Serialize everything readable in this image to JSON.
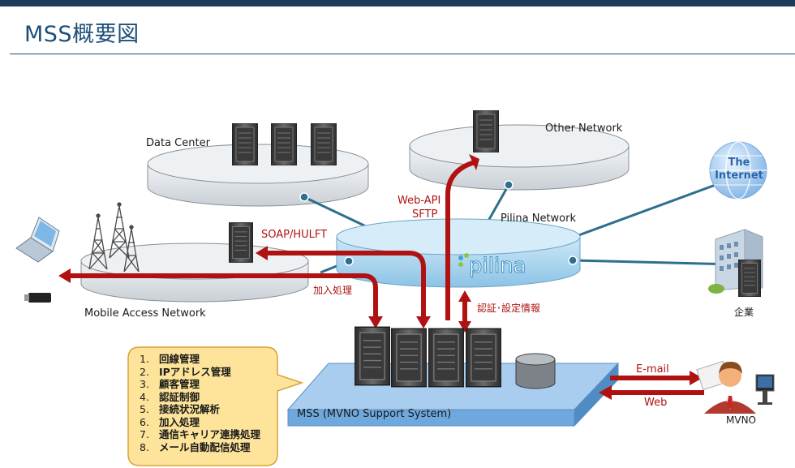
{
  "header": {
    "title": "MSS概要図"
  },
  "networks": {
    "data_center": "Data Center",
    "other_network": "Other Network",
    "pilina_network": "Pilina Network",
    "mobile_access": "Mobile Access Network",
    "internet_line1": "The",
    "internet_line2": "Internet",
    "pilina_logo": "pilina"
  },
  "connections": {
    "soap_hulft": "SOAP/HULFT",
    "web_api": "Web-API",
    "sftp": "SFTP",
    "kanyu": "加入処理",
    "ninsho": "認証･設定情報",
    "email": "E-mail",
    "web": "Web"
  },
  "entities": {
    "kigyo": "企業",
    "mvno": "MVNO",
    "mss": "MSS (MVNO Support System)"
  },
  "callout": {
    "items": [
      {
        "num": "1.",
        "text": "回線管理"
      },
      {
        "num": "2.",
        "text": "IPアドレス管理"
      },
      {
        "num": "3.",
        "text": "顧客管理"
      },
      {
        "num": "4.",
        "text": "認証制御"
      },
      {
        "num": "5.",
        "text": "接続状況解析"
      },
      {
        "num": "6.",
        "text": "加入処理"
      },
      {
        "num": "7.",
        "text": "通信キャリア連携処理"
      },
      {
        "num": "8.",
        "text": "メール自動配信処理"
      }
    ]
  },
  "colors": {
    "arrow": "#b01212",
    "title": "#1d4e7a",
    "disk_fill": "#e9edf0",
    "mss_platform": "#6fa8dc",
    "pilina_disk": "#bfe0f4",
    "callout_fill": "#fde49a"
  }
}
